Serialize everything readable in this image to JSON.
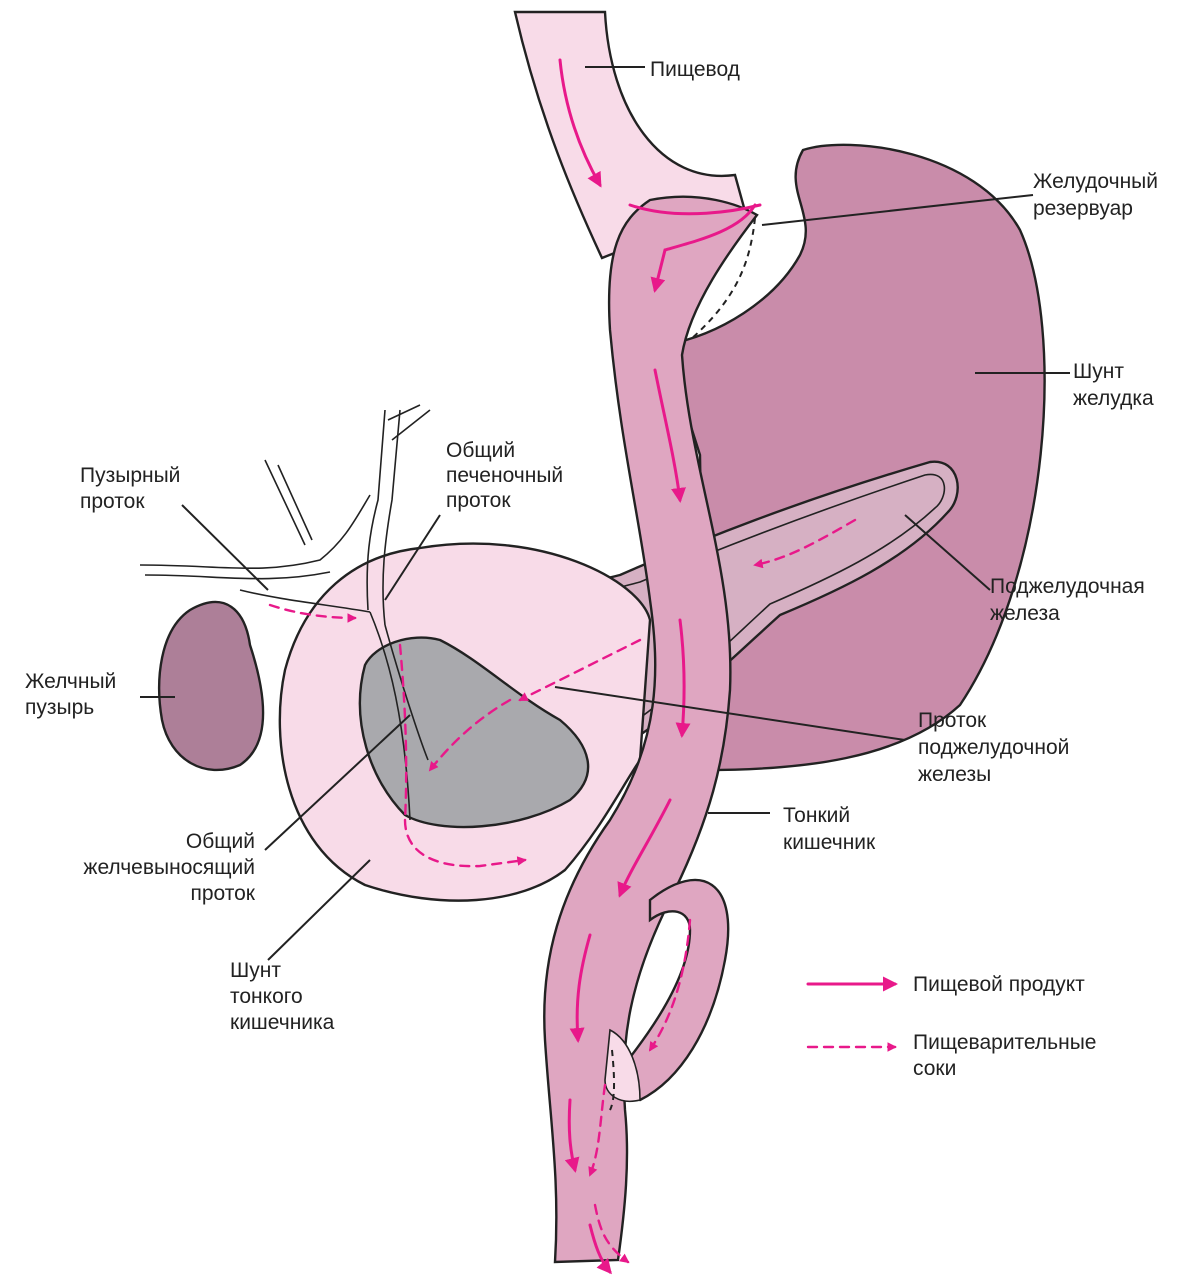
{
  "colors": {
    "stomach": "#c98caa",
    "intestine": "#dfa6c1",
    "light_pink": "#f8dbe8",
    "pancreas": "#d6b0c3",
    "gallbladder": "#ad7f98",
    "duodenum_grey": "#a9a9ad",
    "arrow": "#e8198a",
    "line": "#222222"
  },
  "labels": {
    "esophagus": [
      "Пищевод"
    ],
    "gastric_pouch": [
      "Желудочный",
      "резервуар"
    ],
    "stomach_shunt": [
      "Шунт",
      "желудка"
    ],
    "pancreas": [
      "Поджелудочная",
      "железа"
    ],
    "pancreatic_duct": [
      "Проток",
      "поджелудочной",
      "железы"
    ],
    "small_intestine": [
      "Тонкий",
      "кишечник"
    ],
    "common_hepatic_duct": [
      "Общий",
      "печеночный",
      "проток"
    ],
    "cystic_duct": [
      "Пузырный",
      "проток"
    ],
    "gallbladder": [
      "Желчный",
      "пузырь"
    ],
    "common_bile_duct": [
      "Общий",
      "желчевыносящий",
      "проток"
    ],
    "intestine_shunt": [
      "Шунт",
      "тонкого",
      "кишечника"
    ]
  },
  "legend": {
    "food": "Пищевой продукт",
    "juices": [
      "Пищеварительные",
      "соки"
    ]
  }
}
